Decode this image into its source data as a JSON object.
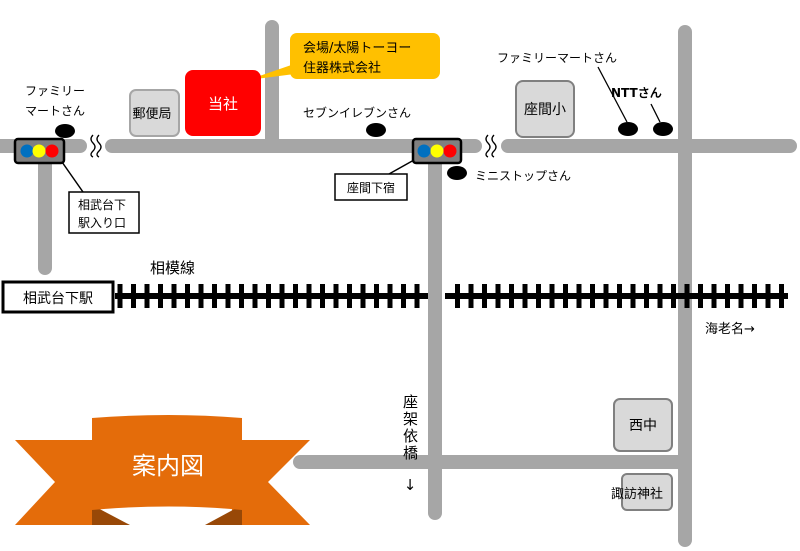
{
  "title": "案内図",
  "venue": {
    "label": "当社",
    "callout_line1": "会場/太陽トーヨー",
    "callout_line2": "住器株式会社"
  },
  "landmarks": {
    "post_office": "郵便局",
    "school": "座間小",
    "familymart_left_line1": "ファミリー",
    "familymart_left_line2": "マートさん",
    "seven_eleven": "セブンイレブンさん",
    "ministop": "ミニストップさん",
    "familymart_right": "ファミリーマートさん",
    "ntt": "NTTさん",
    "nishinaka": "西中",
    "suwa_shrine": "諏訪神社"
  },
  "signals": {
    "left_line1": "相武台下",
    "left_line2": "駅入り口",
    "middle": "座間下宿"
  },
  "railway": {
    "line": "相模線",
    "station": "相武台下駅",
    "direction": "海老名→"
  },
  "bridge": {
    "label": "座架依橋",
    "arrow": "↓"
  },
  "colors": {
    "road": "#a6a6a6",
    "venue": "#ff0000",
    "callout": "#ffc000",
    "banner": "#e46c0a",
    "box": "#d9d9d9"
  }
}
